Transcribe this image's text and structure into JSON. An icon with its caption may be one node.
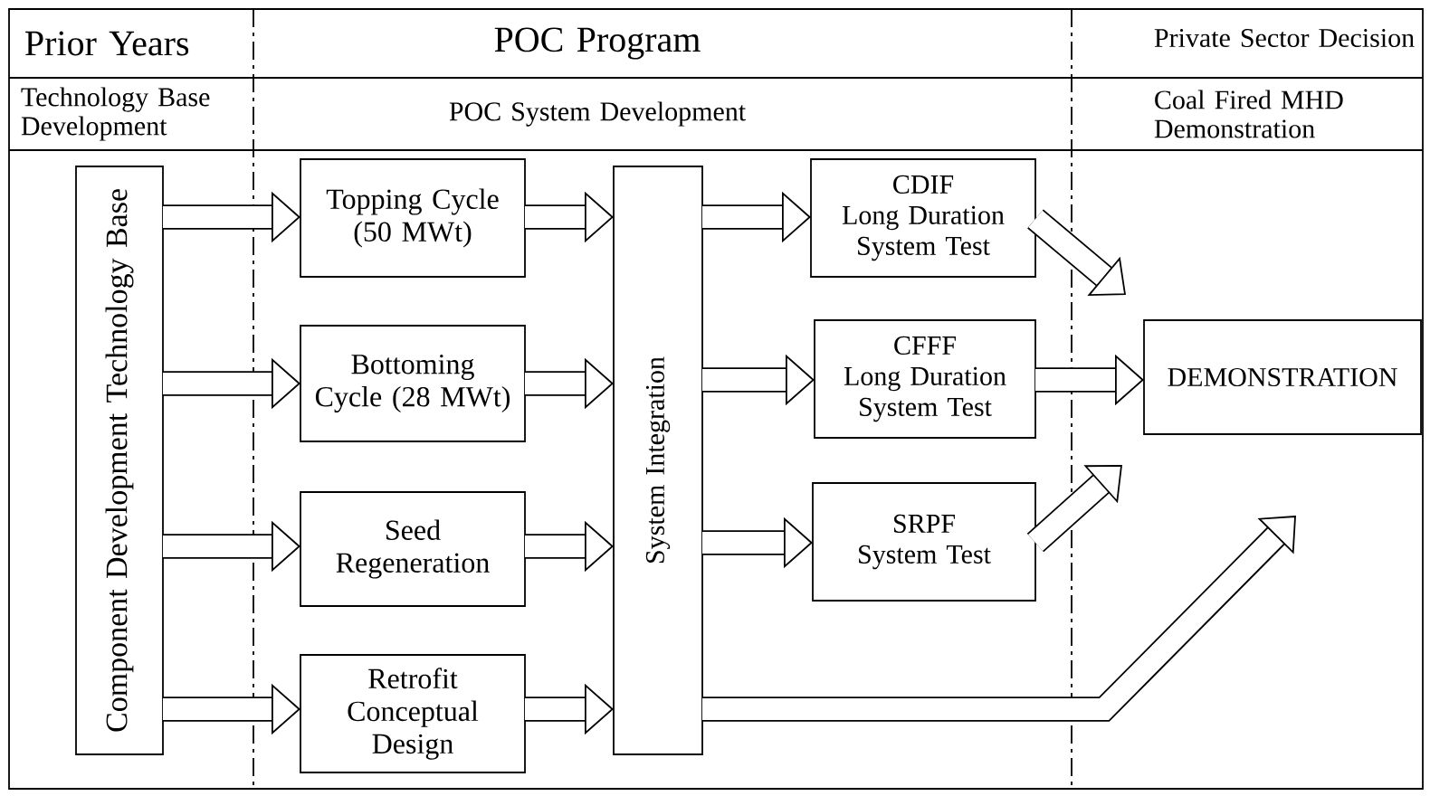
{
  "diagram": {
    "nodes": [
      {
        "text": [
          "Component Development Technology Base"
        ]
      },
      {
        "text": [
          "Topping Cycle (50 MWt)"
        ]
      },
      {
        "text": [
          "Bottoming Cycle (28 MWt)"
        ]
      },
      {
        "text": [
          "Seed Regeneration"
        ]
      },
      {
        "text": [
          "Retrofit Conceptual Design"
        ]
      },
      {
        "text": [
          "System Integration"
        ]
      },
      {
        "text": [
          "CDIF",
          "Long Duration System Test"
        ]
      },
      {
        "text": [
          "CFFF",
          "Long Duration System Test"
        ]
      },
      {
        "text": [
          "SRPF",
          "System Test"
        ]
      },
      {
        "text": [
          "DEMONSTRATION"
        ]
      }
    ],
    "edges": [
      {
        "from": 0,
        "to": 1,
        "arrow": "to"
      },
      {
        "from": 0,
        "to": 2,
        "arrow": "to"
      },
      {
        "from": 0,
        "to": 3,
        "arrow": "to"
      },
      {
        "from": 0,
        "to": 4,
        "arrow": "to"
      },
      {
        "from": 1,
        "to": 5,
        "arrow": "to"
      },
      {
        "from": 2,
        "to": 5,
        "arrow": "to"
      },
      {
        "from": 3,
        "to": 5,
        "arrow": "to"
      },
      {
        "from": 4,
        "to": 5,
        "arrow": "to"
      },
      {
        "from": 5,
        "to": 6,
        "arrow": "to"
      },
      {
        "from": 5,
        "to": 7,
        "arrow": "to"
      },
      {
        "from": 5,
        "to": 8,
        "arrow": "to"
      },
      {
        "from": 7,
        "to": 9,
        "arrow": "to"
      },
      {
        "from": 6,
        "to": null,
        "arrow": "to"
      },
      {
        "from": 8,
        "to": null,
        "arrow": "to"
      },
      {
        "from": 5,
        "to": null,
        "arrow": "to"
      }
    ],
    "labels": [
      "Prior Years",
      "POC Program",
      "Private Sector Decision",
      "Technology Base Development",
      "POC System Development",
      "Coal Fired MHD Demonstration"
    ]
  }
}
